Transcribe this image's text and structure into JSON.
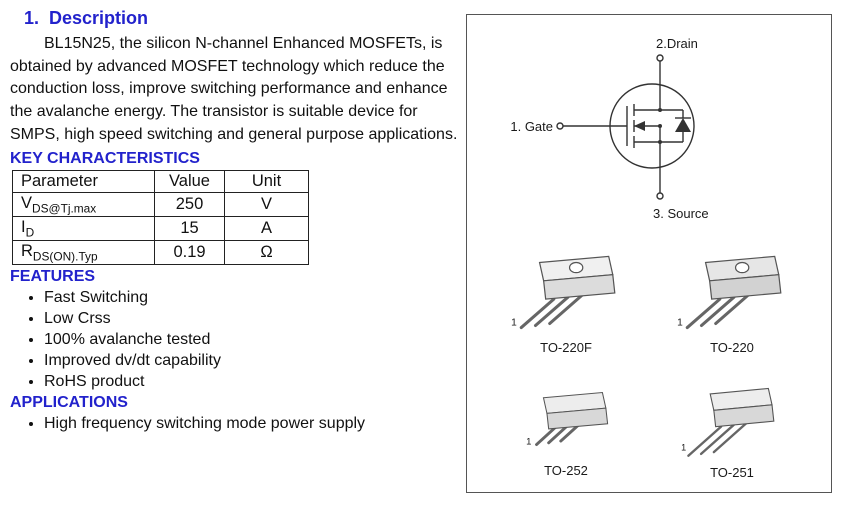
{
  "colors": {
    "heading_blue": "#2222cc",
    "text": "#111111",
    "panel_border": "#555555"
  },
  "description": {
    "heading": "1.  Description",
    "body": "BL15N25, the silicon N-channel Enhanced MOSFETs, is obtained by advanced MOSFET technology which reduce the conduction loss, improve switching performance and enhance the avalanche energy. The transistor is suitable device for SMPS, high speed switching and general purpose applications."
  },
  "key_characteristics": {
    "heading": "KEY CHARACTERISTICS",
    "headers": [
      "Parameter",
      "Value",
      "Unit"
    ],
    "rows": [
      {
        "p_main": "V",
        "p_sub": "DS@Tj.max",
        "value": "250",
        "unit": "V"
      },
      {
        "p_main": "I",
        "p_sub": "D",
        "value": "15",
        "unit": "A"
      },
      {
        "p_main": "R",
        "p_sub": "DS(ON).Typ",
        "value": "0.19",
        "unit": "Ω"
      }
    ]
  },
  "features": {
    "heading": "FEATURES",
    "items": [
      "Fast Switching",
      "Low Crss",
      "100% avalanche tested",
      "Improved dv/dt capability",
      "RoHS product"
    ]
  },
  "applications": {
    "heading": "APPLICATIONS",
    "items": [
      "High frequency switching mode power supply"
    ]
  },
  "diagram": {
    "drain_label": "2.Drain",
    "gate_label": "1. Gate",
    "source_label": "3. Source",
    "packages": [
      {
        "label": "TO-220F",
        "pin1": "1"
      },
      {
        "label": "TO-220",
        "pin1": "1"
      },
      {
        "label": "TO-252",
        "pin1": "1"
      },
      {
        "label": "TO-251",
        "pin1": "1"
      }
    ]
  }
}
